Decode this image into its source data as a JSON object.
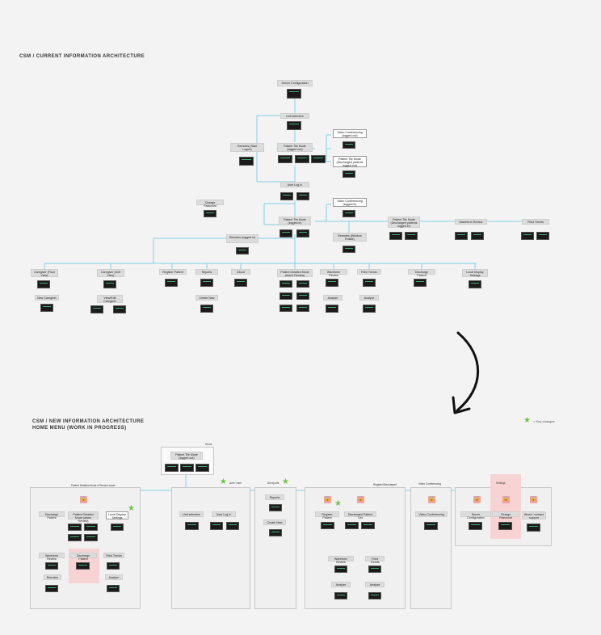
{
  "section1": {
    "title": "CSM / CURRENT INFORMATION ARCHITECTURE"
  },
  "section2": {
    "title_line1": "CSM / NEW INFORMATION ARCHITECTURE",
    "title_line2": "HOME MENU (WORK IN PROGRESS)"
  },
  "legend": {
    "label": "= Key changes"
  },
  "current": {
    "server_config": "Server Configuration",
    "unit_selection": "Unit selection",
    "remotes_logout": "Remotes (Start Logon)",
    "patient_tile_logged_out": "Patient Tile Mode (logged out)",
    "video_conf_logged_out": "Video Conferencing (logged out)",
    "patient_tile_discharged_logged_out": "Patient Tile Mode (Discharged patients logged out)",
    "user_log_in": "User Log In",
    "change_password": "Change Password",
    "video_conf_logged_in": "Video Conferencing (logged in)",
    "patient_tile_logged_in": "Patient Tile Mode (logged in)",
    "patient_tile_discharged_logged_in": "Patient Tile Mode (Discharged patients logged in)",
    "waveform_review_top": "Waveform Review",
    "filed_trends_top": "Filed Trends",
    "remotes_logged_in": "Remotes (logged in)",
    "remotes_window_rotate": "Remotes (Window Rotate)",
    "caregiver_2": "Caregiver (Floor View)",
    "caregiver_1": "Caregiver (Unit View)",
    "register_patient": "Register Patient",
    "reports": "Reports",
    "about": "About",
    "patient_detailed_mode": "Patient Detailed Mode (Alarm Review)",
    "waveform_review": "Waveform Review",
    "filed_trends": "Filed Trends",
    "discharge_patient": "Discharge Patient",
    "local_display_settings": "Local Display Settings",
    "new_caregiver": "New Caregiver",
    "view_edit_caregiver": "View/Edit Caregiver",
    "create_new": "Create New",
    "analyze_1": "Analyze",
    "analyze_2": "Analyze"
  },
  "new": {
    "home_label": "Home",
    "patient_tile_mode": "Patient Tile Mode (logged out)",
    "group_patient_detail": "Patient Detailed Mode & Review mode",
    "group_unit_user": "Unit / User",
    "group_all_reports": "All reports",
    "group_register_discharged": "Register/Discharged",
    "group_video_conf": "Video Conferencing",
    "group_settings": "Settings",
    "discharge_patient": "Discharge Patient",
    "patient_detailed_mode": "Patient Detailed Mode (alarm Review)",
    "local_display_settings": "Local Display Settings",
    "waveform_review": "Waveform Review",
    "discharge_patient_hl": "Discharge Patient",
    "filed_trends": "Filed Trends",
    "remotes": "Remotes",
    "analyze": "Analyze",
    "unit_selection": "Unit selection",
    "user_log_in": "User Log In",
    "reports": "Reports",
    "create_new": "Create New",
    "register_patient": "Register Patient",
    "discharged_patient_list": "Discharged Patient List",
    "waveform_review_2": "Waveform Review",
    "filed_trends_2": "Filed Trends",
    "analyze_2": "Analyze",
    "analyze_3": "Analyze",
    "video_conferencing": "Video Conferencing",
    "server_configuration": "Server Configuration",
    "change_password": "Change Password",
    "about_contact_support": "About / contact support"
  },
  "colors": {
    "connector": "#7fd3e6",
    "highlight": "#f7d3d3",
    "star": "#6cc644",
    "lock": "#f2a0a0"
  }
}
